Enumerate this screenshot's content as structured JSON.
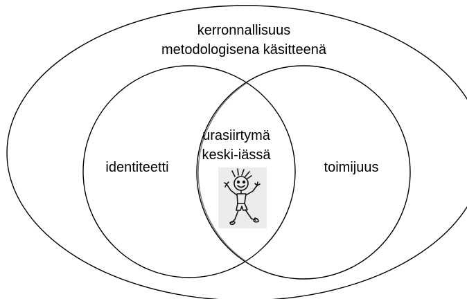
{
  "outer": {
    "line1": "kerronnallisuus",
    "line2": "metodologisena käsitteenä"
  },
  "left_circle": {
    "label": "identiteetti"
  },
  "right_circle": {
    "label": "toimijuus"
  },
  "intersection": {
    "line1": "urasiirtymä",
    "line2": "keski-iässä"
  },
  "figure": {
    "icon": "stick-figure-icon",
    "background": "#ececec"
  },
  "colors": {
    "outline": "#000000",
    "right_outline": "#777777"
  }
}
